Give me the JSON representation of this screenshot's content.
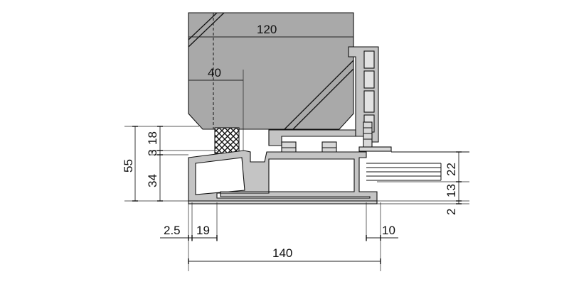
{
  "colors": {
    "background": "#ffffff",
    "section_fill": "#a9a9a9",
    "profile_fill": "#c4c4c4",
    "line": "#111111"
  },
  "dimensions": {
    "top_width": "120",
    "offset_40": "40",
    "left_total": "55",
    "left_upper": "18",
    "left_gap": "3",
    "left_lower": "34",
    "right_upper": "22",
    "right_middle": "13",
    "right_lower": "2",
    "bottom_left_small": "2.5",
    "bottom_left": "19",
    "bottom_right": "10",
    "bottom_total": "140"
  }
}
